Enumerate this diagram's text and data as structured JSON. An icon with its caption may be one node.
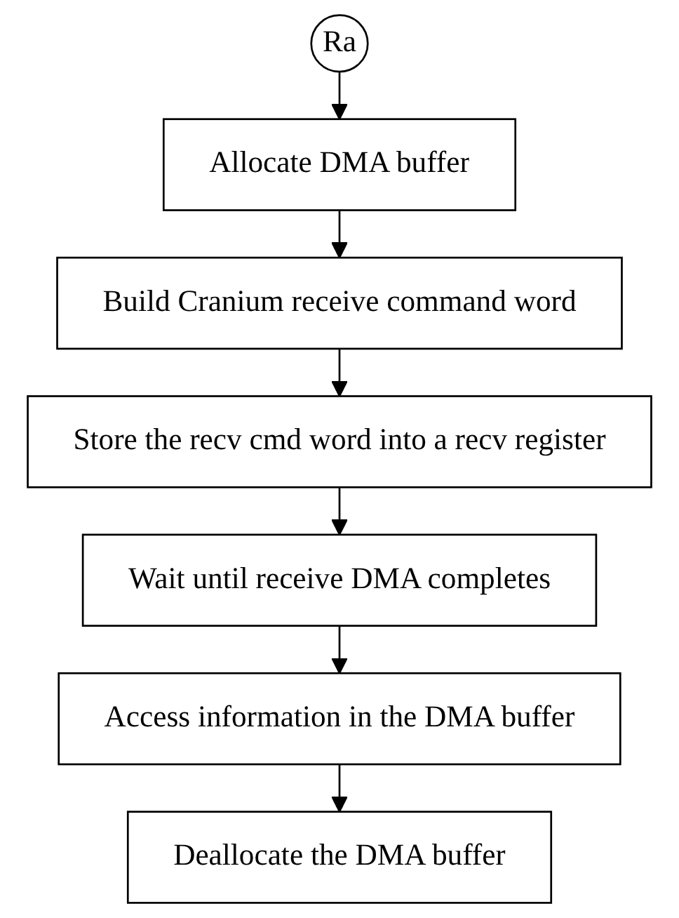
{
  "diagram": {
    "nodes": [
      {
        "text": [
          "Ra"
        ]
      },
      {
        "text": [
          "Allocate DMA buffer"
        ]
      },
      {
        "text": [
          "Build Cranium receive command word"
        ]
      },
      {
        "text": [
          "Store the recv cmd word into a recv register"
        ]
      },
      {
        "text": [
          "Wait until receive DMA completes"
        ]
      },
      {
        "text": [
          "Access information in the DMA buffer"
        ]
      },
      {
        "text": [
          "Deallocate the DMA buffer"
        ]
      }
    ],
    "edges": [
      {
        "from": 0,
        "to": 1,
        "arrow": "to"
      },
      {
        "from": 1,
        "to": 2,
        "arrow": "to"
      },
      {
        "from": 2,
        "to": 3,
        "arrow": "to"
      },
      {
        "from": 3,
        "to": 4,
        "arrow": "to"
      },
      {
        "from": 4,
        "to": 5,
        "arrow": "to"
      },
      {
        "from": 5,
        "to": 6,
        "arrow": "to"
      }
    ]
  }
}
